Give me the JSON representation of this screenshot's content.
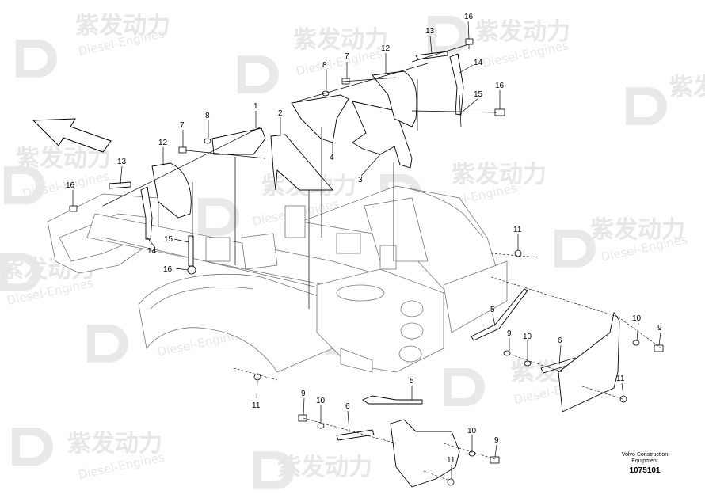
{
  "watermark": {
    "brand_cn": "紫发动力",
    "brand_en": "Diesel-Engines",
    "color": "#c8c8c8"
  },
  "caption": {
    "maker_line1": "Volvo Construction",
    "maker_line2": "Equipment",
    "drawing_number": "1075101"
  },
  "callouts": {
    "c16a": "16",
    "c13a": "13",
    "c12a": "12",
    "c14a": "14",
    "c16b": "16",
    "c15a": "15",
    "c8a": "8",
    "c7a": "7",
    "c1": "1",
    "c2": "2",
    "c4": "4",
    "c3": "3",
    "c7b": "7",
    "c8b": "8",
    "c12b": "12",
    "c13b": "13",
    "c16c": "16",
    "c15b": "15",
    "c14b": "14",
    "c16d": "16",
    "c11a": "11",
    "c5a": "5",
    "c9a": "9",
    "c10a": "10",
    "c6a": "6",
    "c9b": "9",
    "c10b": "10",
    "c11b": "11",
    "c11c": "11",
    "c5b": "5",
    "c9c": "9",
    "c10c": "10",
    "c6b": "6",
    "c10d": "10",
    "c9d": "9",
    "c11d": "11"
  }
}
